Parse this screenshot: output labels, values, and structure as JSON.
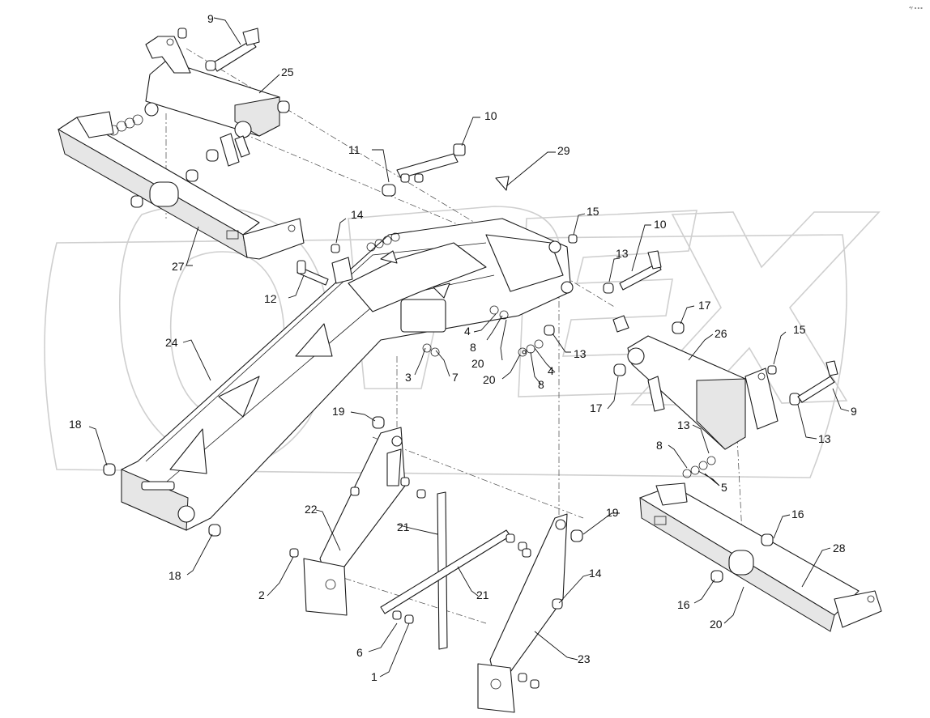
{
  "watermark": {
    "text": "OPEX"
  },
  "corner_mark": "⁴ʸ ∘∘∘",
  "callouts": [
    {
      "id": "c01",
      "label": "9"
    },
    {
      "id": "c02",
      "label": "25"
    },
    {
      "id": "c03",
      "label": "10"
    },
    {
      "id": "c04",
      "label": "11"
    },
    {
      "id": "c05",
      "label": "29"
    },
    {
      "id": "c06",
      "label": "14"
    },
    {
      "id": "c07",
      "label": "15"
    },
    {
      "id": "c08",
      "label": "10"
    },
    {
      "id": "c09",
      "label": "27"
    },
    {
      "id": "c10",
      "label": "12"
    },
    {
      "id": "c11",
      "label": "13"
    },
    {
      "id": "c12",
      "label": "17"
    },
    {
      "id": "c13",
      "label": "24"
    },
    {
      "id": "c14",
      "label": "4"
    },
    {
      "id": "c15",
      "label": "8"
    },
    {
      "id": "c16",
      "label": "20"
    },
    {
      "id": "c17",
      "label": "13"
    },
    {
      "id": "c18",
      "label": "26"
    },
    {
      "id": "c19",
      "label": "15"
    },
    {
      "id": "c20",
      "label": "3"
    },
    {
      "id": "c21",
      "label": "7"
    },
    {
      "id": "c22",
      "label": "20"
    },
    {
      "id": "c23",
      "label": "4"
    },
    {
      "id": "c24",
      "label": "8"
    },
    {
      "id": "c25",
      "label": "17"
    },
    {
      "id": "c26",
      "label": "9"
    },
    {
      "id": "c27",
      "label": "19"
    },
    {
      "id": "c28",
      "label": "13"
    },
    {
      "id": "c29",
      "label": "18"
    },
    {
      "id": "c30",
      "label": "13"
    },
    {
      "id": "c31",
      "label": "8"
    },
    {
      "id": "c32",
      "label": "5"
    },
    {
      "id": "c33",
      "label": "22"
    },
    {
      "id": "c34",
      "label": "21"
    },
    {
      "id": "c35",
      "label": "19"
    },
    {
      "id": "c36",
      "label": "16"
    },
    {
      "id": "c37",
      "label": "28"
    },
    {
      "id": "c38",
      "label": "14"
    },
    {
      "id": "c39",
      "label": "21"
    },
    {
      "id": "c40",
      "label": "2"
    },
    {
      "id": "c41",
      "label": "18"
    },
    {
      "id": "c42",
      "label": "16"
    },
    {
      "id": "c43",
      "label": "20"
    },
    {
      "id": "c44",
      "label": "6"
    },
    {
      "id": "c45",
      "label": "23"
    },
    {
      "id": "c46",
      "label": "1"
    }
  ]
}
